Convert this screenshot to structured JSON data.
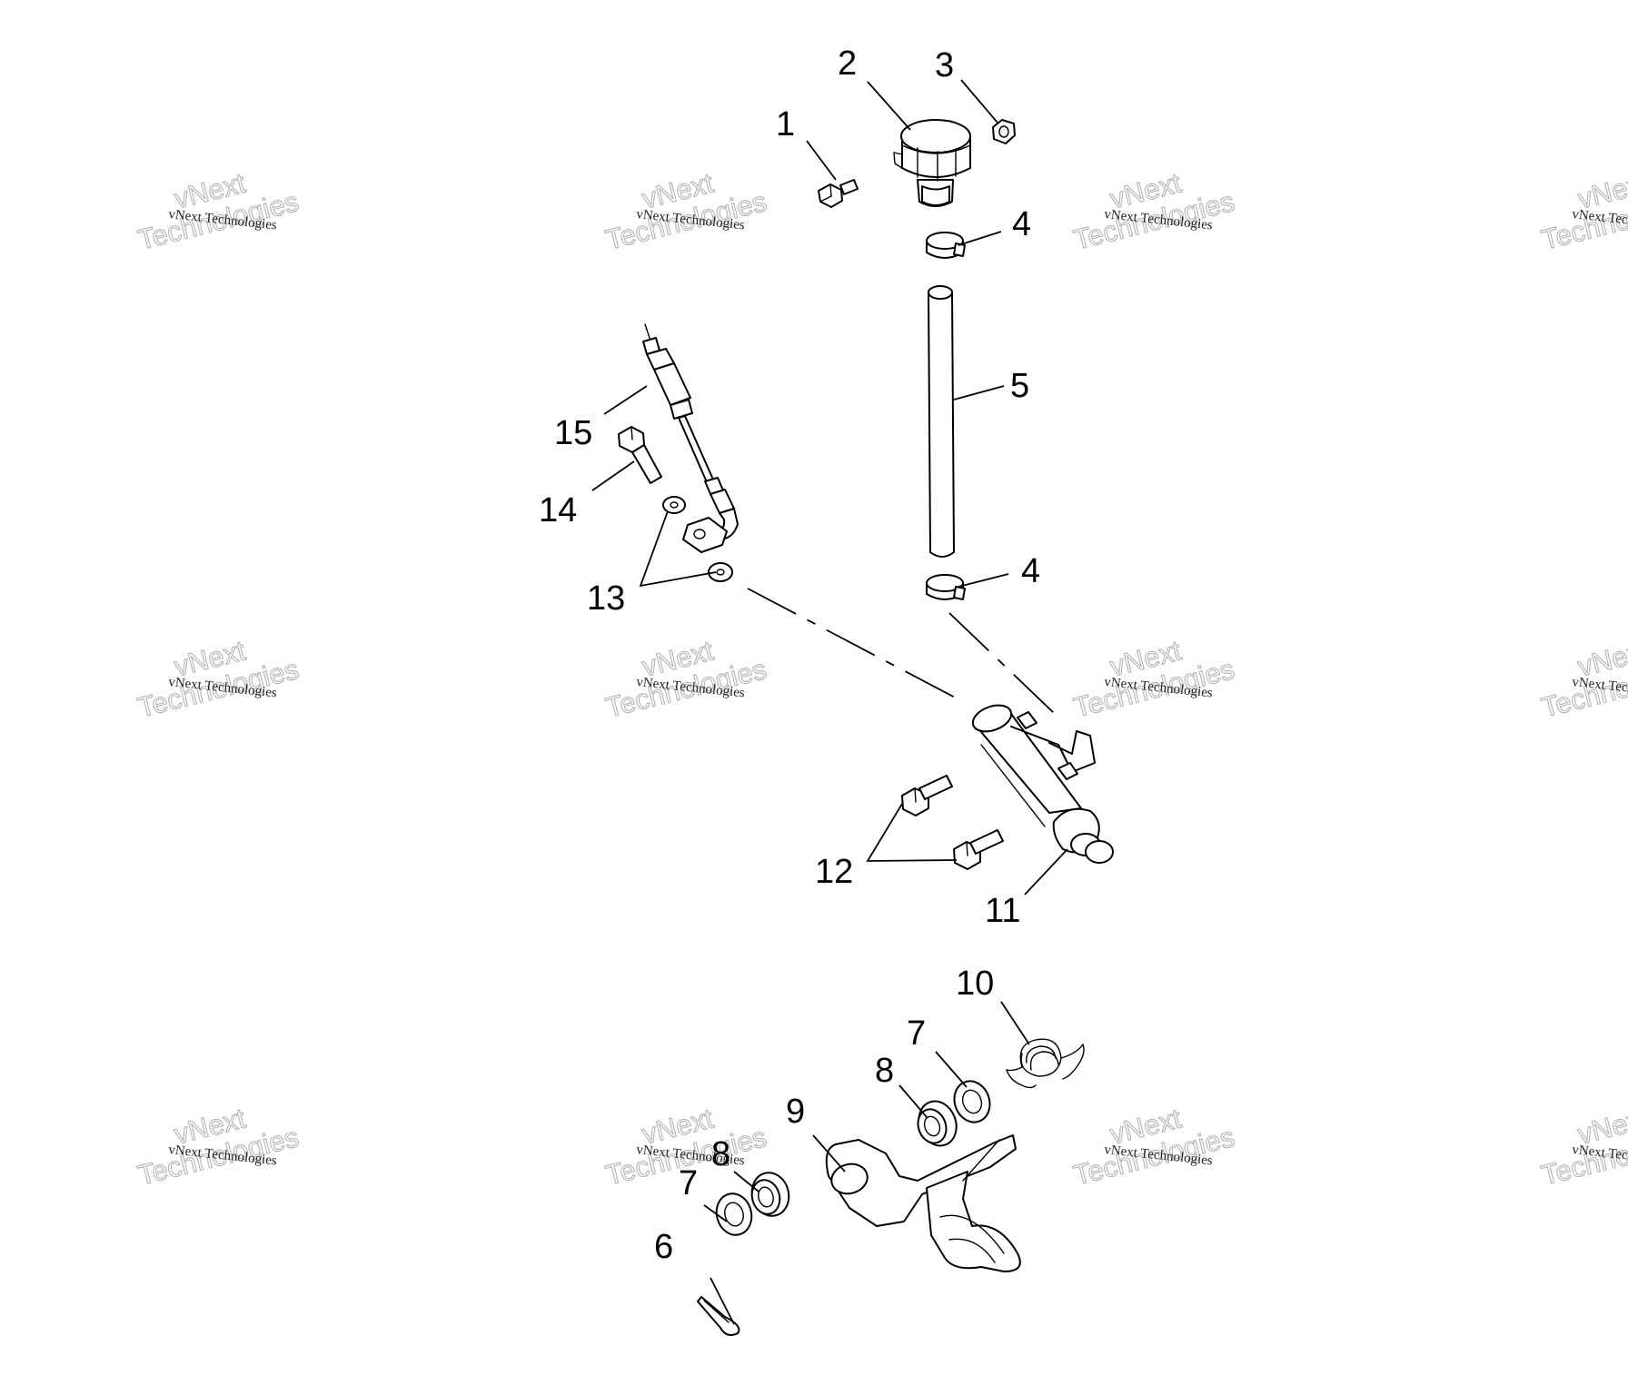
{
  "watermark": {
    "line_small": "vNext Technologies",
    "line_big_top": "vNext",
    "line_big_bottom": "Technologies"
  },
  "callouts": {
    "c1": "1",
    "c2": "2",
    "c3": "3",
    "c4a": "4",
    "c4b": "4",
    "c5": "5",
    "c6": "6",
    "c7a": "7",
    "c7b": "7",
    "c8a": "8",
    "c8b": "8",
    "c9": "9",
    "c10": "10",
    "c11": "11",
    "c12": "12",
    "c13": "13",
    "c14": "14",
    "c15": "15"
  }
}
